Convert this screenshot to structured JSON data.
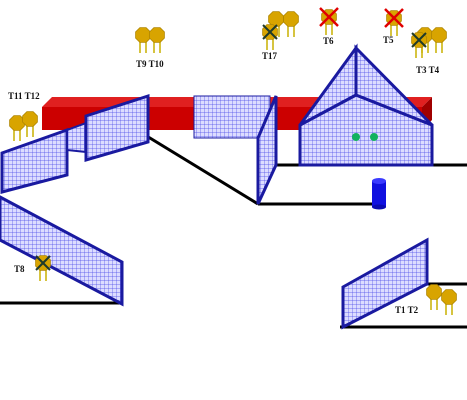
{
  "labels": {
    "t9_t10": "T9 T10",
    "t17": "T17",
    "t6": "T6",
    "t5": "T5",
    "t3_t4": "T3 T4",
    "t11_t12": "T11 T12",
    "t8": "T8",
    "t1_t2": "T1 T2"
  },
  "colors": {
    "wall_red": "#cc0000",
    "wall_red_top": "#e02020",
    "fence_border": "#1a1aa0",
    "fence_mesh": "#4a4ae8",
    "fence_fill": "#d8d8ff",
    "ground_line": "#000000",
    "target_gold": "#d8a400",
    "target_stem": "#c8b000",
    "hit_mark_dark": "#1f3a2a",
    "hit_mark_red": "#e00000",
    "barrel_blue": "#1010e0",
    "green_dot": "#11b25e"
  },
  "icons": {
    "target": "target-icon",
    "dark_mark": "x-mark-dark-icon",
    "red_mark": "x-mark-red-icon",
    "barrel": "barrel-icon"
  }
}
